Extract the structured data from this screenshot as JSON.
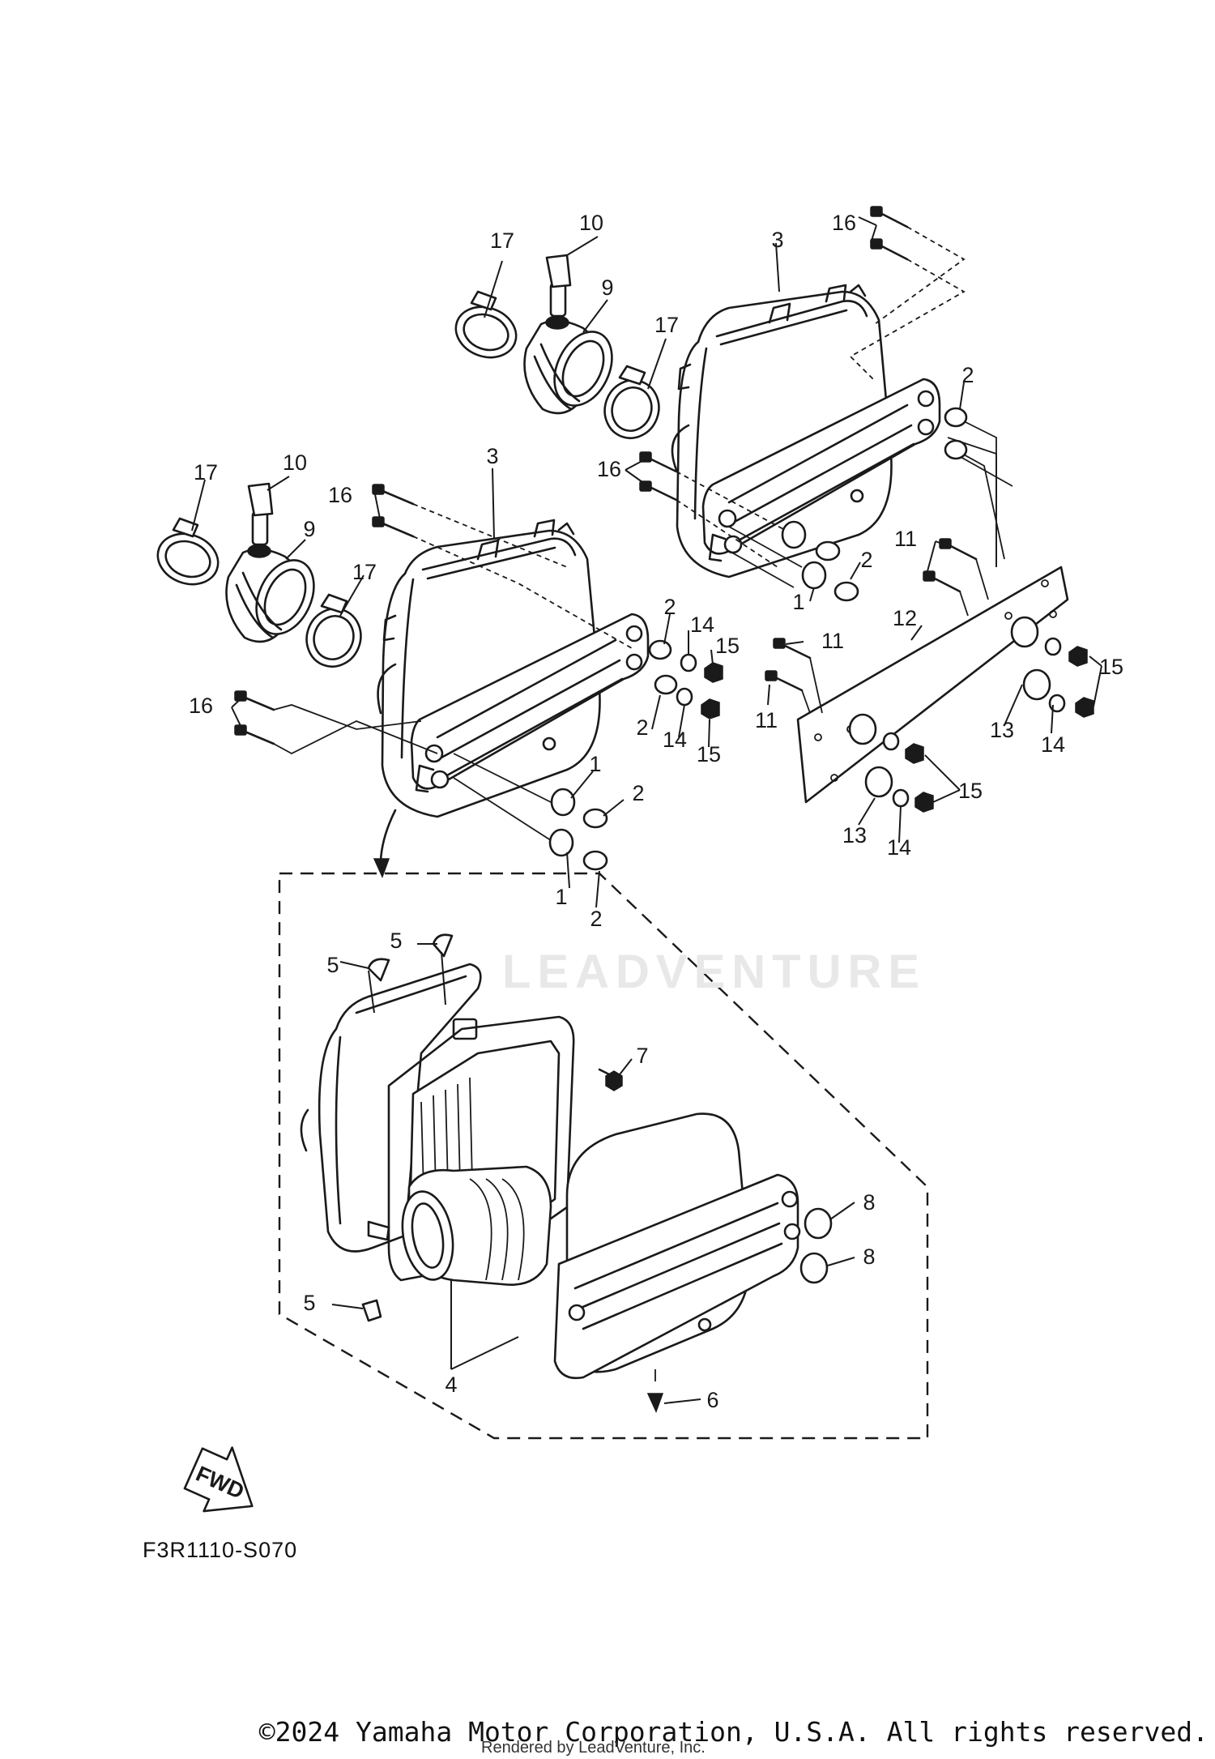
{
  "diagram": {
    "part_labels": {
      "p1": "1",
      "p2": "2",
      "p3": "3",
      "p4": "4",
      "p5": "5",
      "p6": "6",
      "p7": "7",
      "p8": "8",
      "p9": "9",
      "p10": "10",
      "p11": "11",
      "p12": "12",
      "p13": "13",
      "p14": "14",
      "p15": "15",
      "p16": "16",
      "p17": "17"
    },
    "fwd_label": "FWD",
    "drawing_code": "F3R1110-S070",
    "watermark": "LEADVENTURE"
  },
  "footer": {
    "copyright": "©2024 Yamaha Motor Corporation, U.S.A. All rights reserved.",
    "rendered_by": "Rendered by LeadVenture, Inc."
  }
}
